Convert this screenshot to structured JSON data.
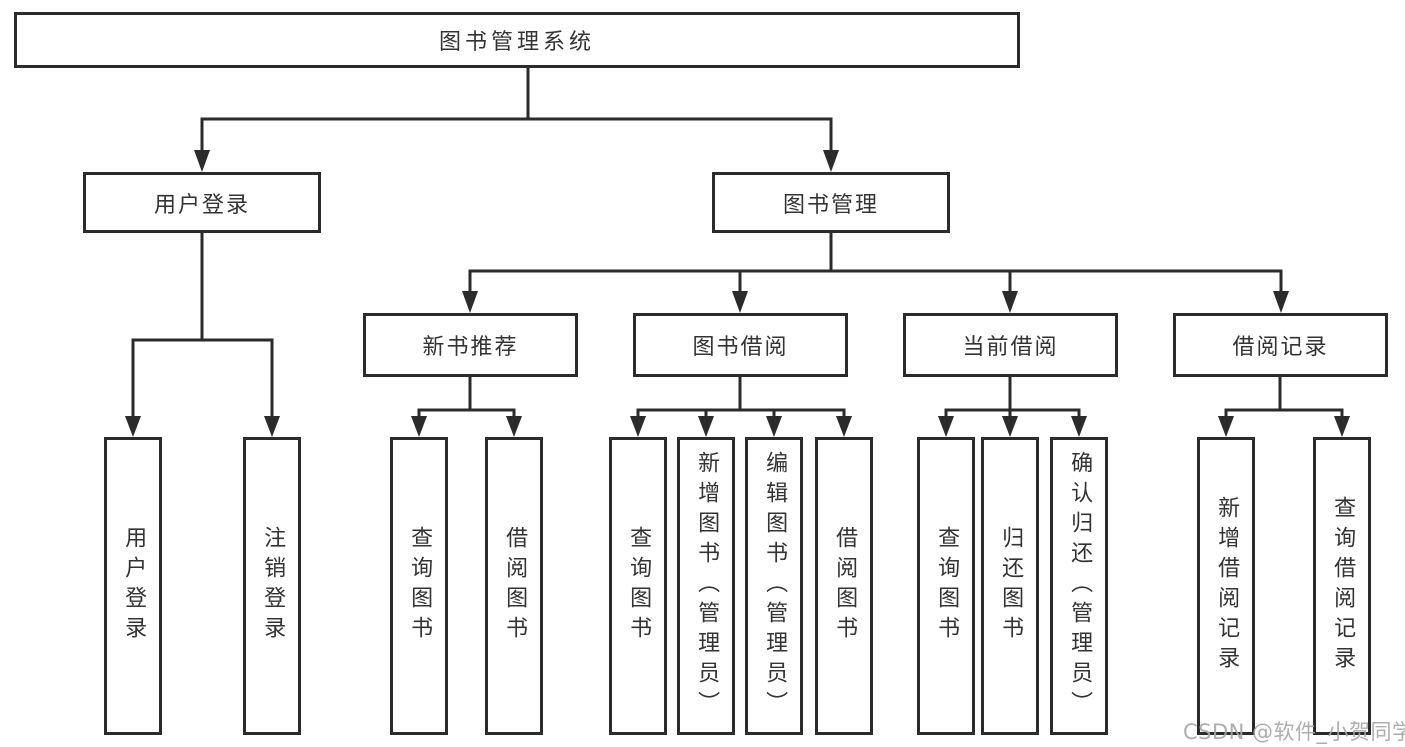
{
  "diagram": {
    "root": {
      "label": "图书管理系统"
    },
    "level2": [
      {
        "label": "用户登录"
      },
      {
        "label": "图书管理"
      }
    ],
    "level3": [
      {
        "label": "新书推荐"
      },
      {
        "label": "图书借阅"
      },
      {
        "label": "当前借阅"
      },
      {
        "label": "借阅记录"
      }
    ],
    "leaves": [
      {
        "label": "用户登录"
      },
      {
        "label": "注销登录"
      },
      {
        "label": "查询图书"
      },
      {
        "label": "借阅图书"
      },
      {
        "label": "查询图书"
      },
      {
        "label": "新增图书（管理员）"
      },
      {
        "label": "编辑图书（管理员）"
      },
      {
        "label": "借阅图书"
      },
      {
        "label": "查询图书"
      },
      {
        "label": "归还图书"
      },
      {
        "label": "确认归还（管理员）"
      },
      {
        "label": "新增借阅记录"
      },
      {
        "label": "查询借阅记录"
      }
    ]
  },
  "watermark": {
    "text": "CSDN @软件_小贺同学"
  },
  "colors": {
    "line": "#2b2b2b",
    "text": "#333333",
    "watermark": "#a7a7a7",
    "background": "#ffffff"
  }
}
